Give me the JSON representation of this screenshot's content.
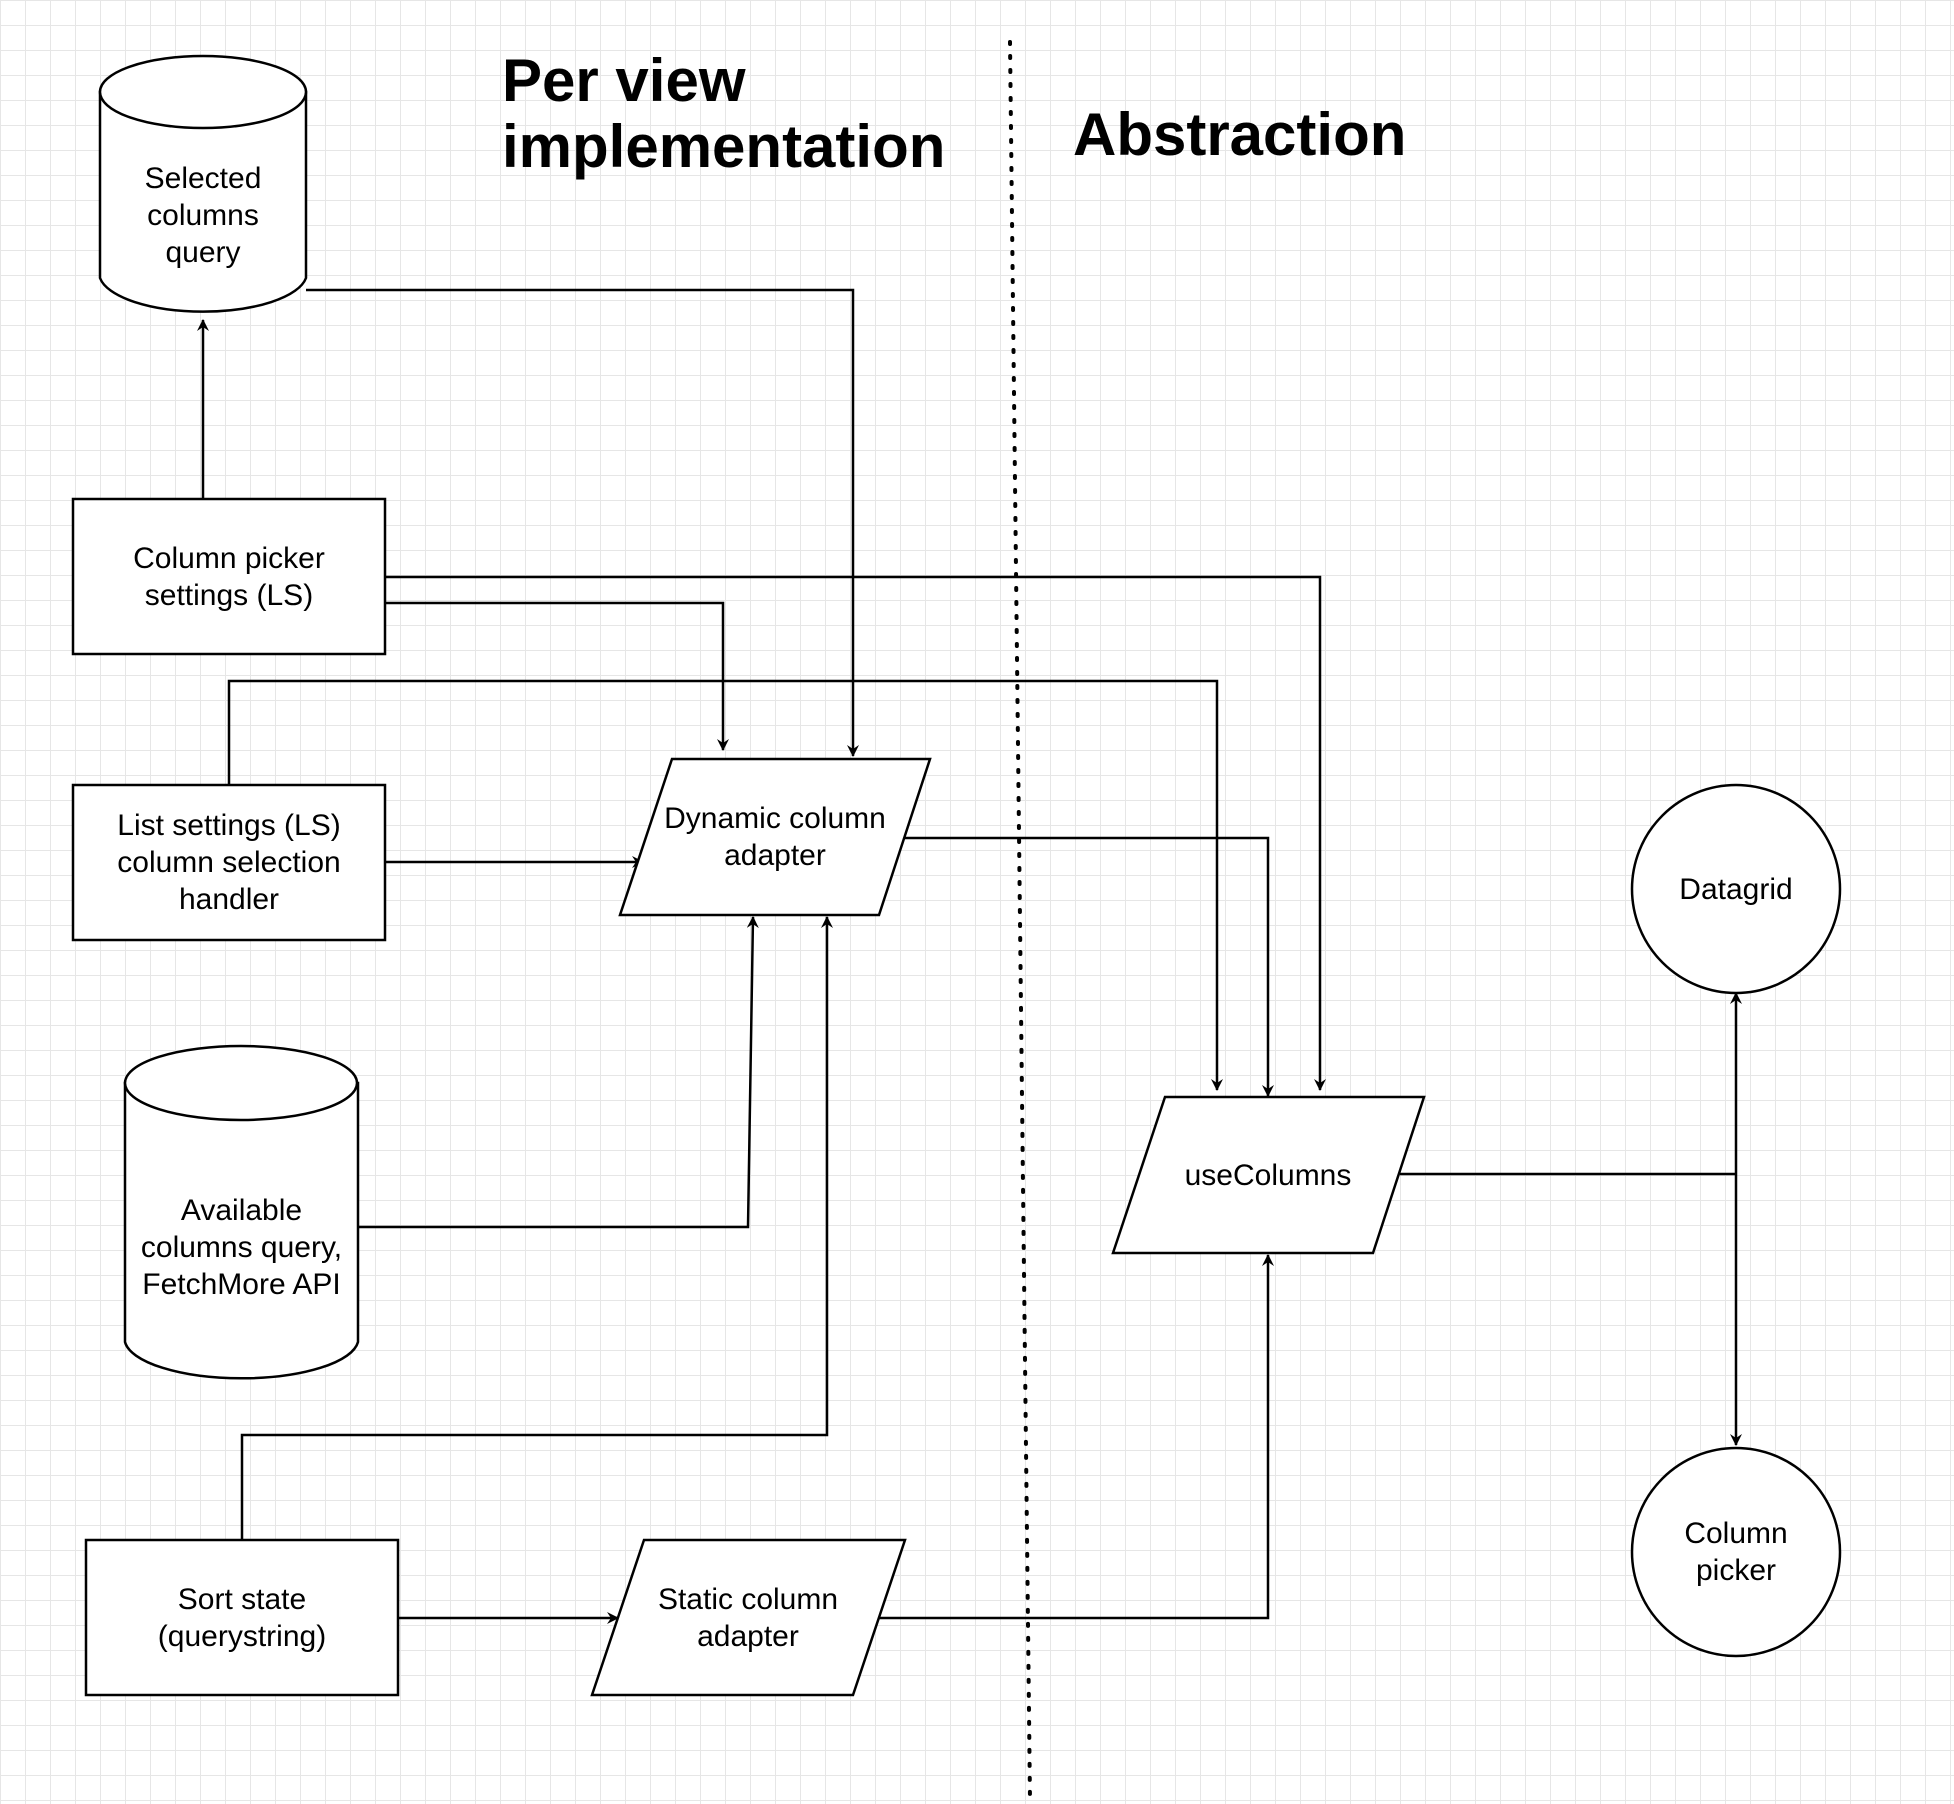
{
  "headings": {
    "left": "Per view\nimplementation",
    "right": "Abstraction"
  },
  "nodes": {
    "selected_columns_query": "Selected\ncolumns\nquery",
    "column_picker_settings": "Column picker\nsettings (LS)",
    "list_settings_handler": "List settings (LS)\ncolumn selection\nhandler",
    "available_columns_query": "Available\ncolumns query,\nFetchMore API",
    "sort_state": "Sort state\n(querystring)",
    "dynamic_column_adapter": "Dynamic column\nadapter",
    "static_column_adapter": "Static column\nadapter",
    "use_columns": "useColumns",
    "datagrid": "Datagrid",
    "column_picker": "Column\npicker"
  },
  "colors": {
    "stroke": "#000000",
    "fill": "#ffffff",
    "grid": "#e6e6e6"
  }
}
